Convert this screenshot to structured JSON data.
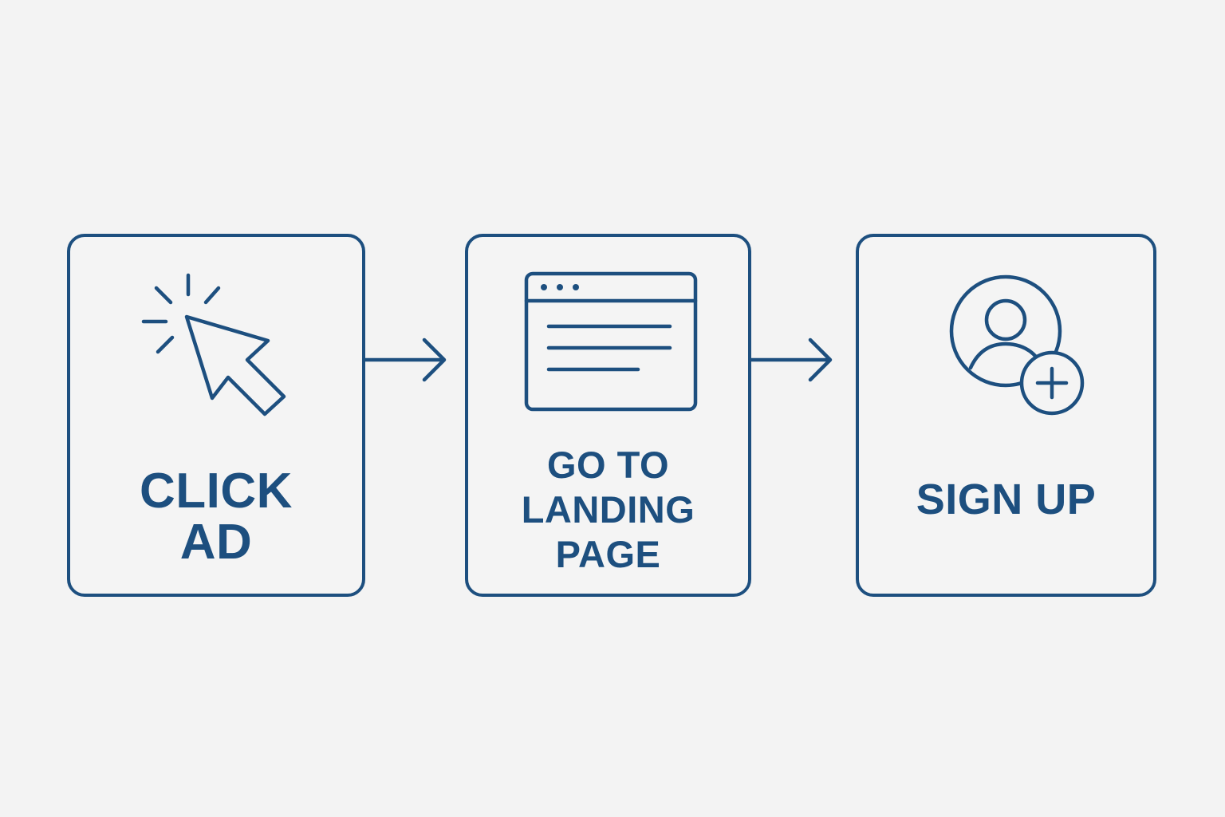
{
  "colors": {
    "background": "#f3f3f3",
    "accent": "#1d4f7f"
  },
  "steps": [
    {
      "label_lines": [
        "CLICK",
        "AD"
      ],
      "icon": "cursor-click-icon"
    },
    {
      "label_lines": [
        "GO TO",
        "LANDING",
        "PAGE"
      ],
      "icon": "browser-window-icon"
    },
    {
      "label_lines": [
        "SIGN UP"
      ],
      "icon": "user-add-icon"
    }
  ],
  "connectors": [
    {
      "from": 1,
      "to": 2,
      "icon": "arrow-right-icon"
    },
    {
      "from": 2,
      "to": 3,
      "icon": "arrow-right-icon"
    }
  ]
}
